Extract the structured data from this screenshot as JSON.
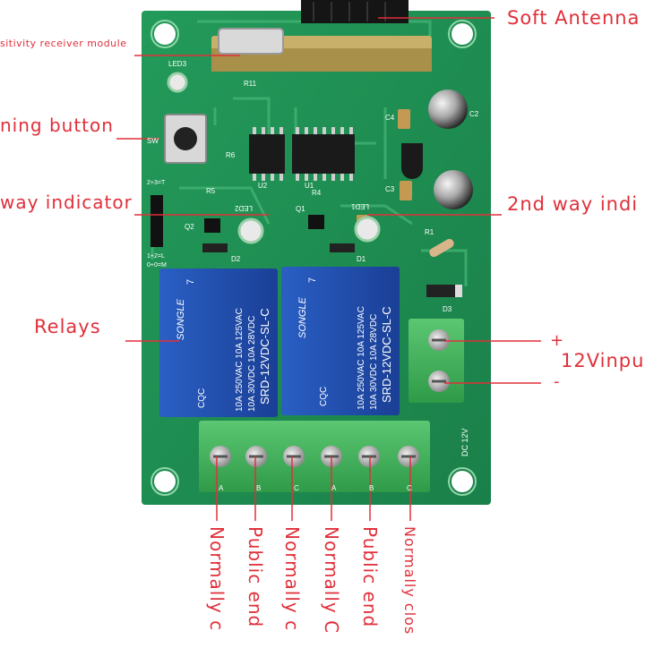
{
  "annotations": {
    "soft_antenna": "Soft Antenna",
    "receiver_module": "sitivity receiver module",
    "learning_button": "ning button",
    "first_way_indicator": "way indicator",
    "second_way_indicator": "2nd way indi",
    "relays": "Relays",
    "power_plus": "+",
    "power_label": "12Vinpu",
    "power_minus": "-"
  },
  "terminal_labels": [
    "Normally c",
    "Public end",
    "Normally c",
    "Normally C",
    "Public end",
    "Normally clos"
  ],
  "board": {
    "relay_lines": [
      "SRD-12VDC-SL-C",
      "10A 250VAC  10A 125VAC",
      "10A 30VDC  10A 28VDC"
    ],
    "relay_brand": "SONGLE",
    "relay_pin": "7",
    "relay_cert": "CQC",
    "dc_label": "DC 12V",
    "terminal_letters": [
      "A",
      "B",
      "C",
      "A",
      "B",
      "C"
    ],
    "silkscreen": [
      "SW",
      "LED2",
      "LED1",
      "U2",
      "U1",
      "R1",
      "D1",
      "D2",
      "D3",
      "Q2",
      "Q1",
      "C2",
      "C3",
      "C4",
      "LED3",
      "R11",
      "R4",
      "R5",
      "R6",
      "2+3=T",
      "1+2=L",
      "0+0=M"
    ]
  },
  "colors": {
    "annotation": "#e0303a",
    "pcb": "#1f8f52",
    "relay": "#1f4fb0",
    "terminal": "#3fae5a"
  }
}
